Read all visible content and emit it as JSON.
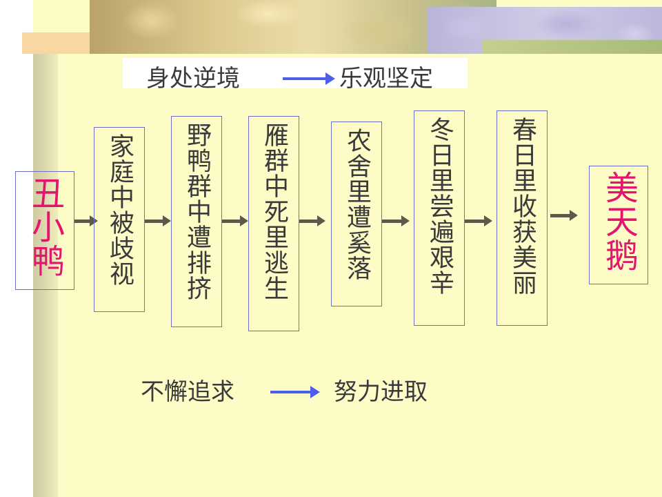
{
  "heading": {
    "left": "身处逆境",
    "right": "乐观坚定"
  },
  "start_node": "丑小鸭",
  "stages": [
    "家庭中被歧视",
    "野鸭群中遭排挤",
    "雁群中死里逃生",
    "农舍里遭奚落",
    "冬日里尝遍艰辛",
    "春日里收获美丽"
  ],
  "end_node": "美天鹅",
  "footer": {
    "left": "不懈追求",
    "right": "努力进取"
  },
  "colors": {
    "accent": "#E3156F",
    "flow_arrow": "#4B5FE8",
    "step_arrow": "#5C5A49",
    "box_border": "#6B6FC5",
    "background": "#FEFCC6"
  }
}
